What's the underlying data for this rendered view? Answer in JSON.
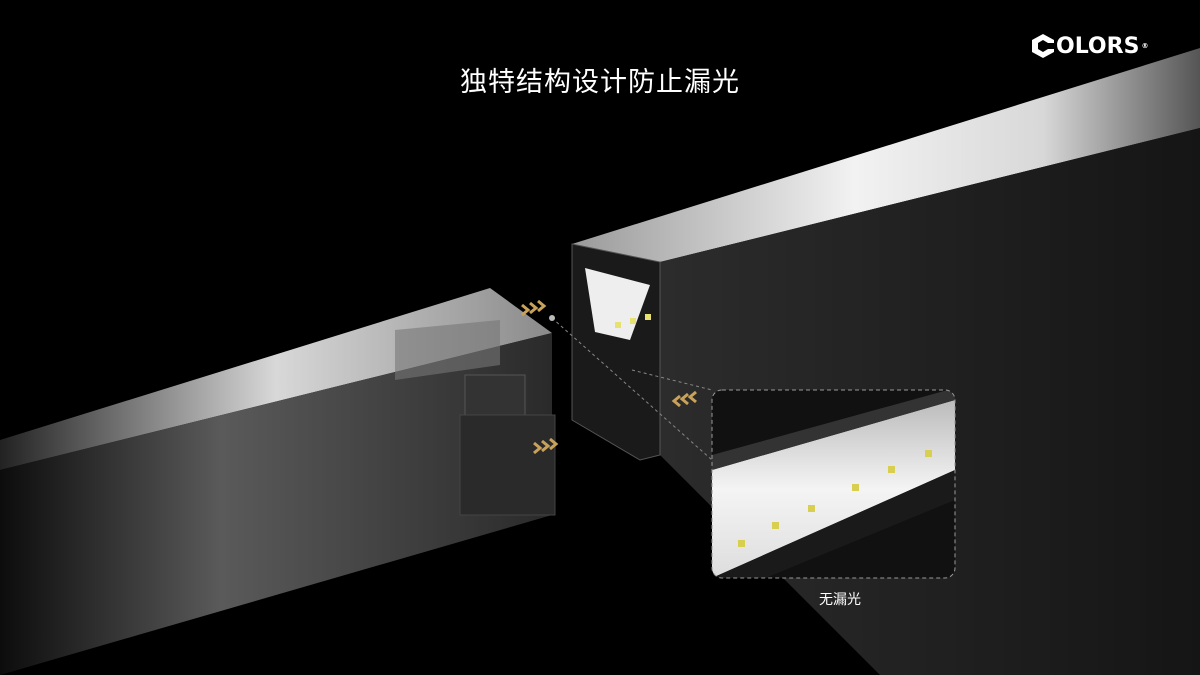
{
  "title": "独特结构设计防止漏光",
  "logo": {
    "text": "OLORS",
    "trademark": "®",
    "icon": "c-hexagon-logo-icon"
  },
  "callout": {
    "caption": "无漏光"
  },
  "colors": {
    "background": "#000000",
    "arrow": "#c8a25a",
    "text": "#ffffff"
  }
}
